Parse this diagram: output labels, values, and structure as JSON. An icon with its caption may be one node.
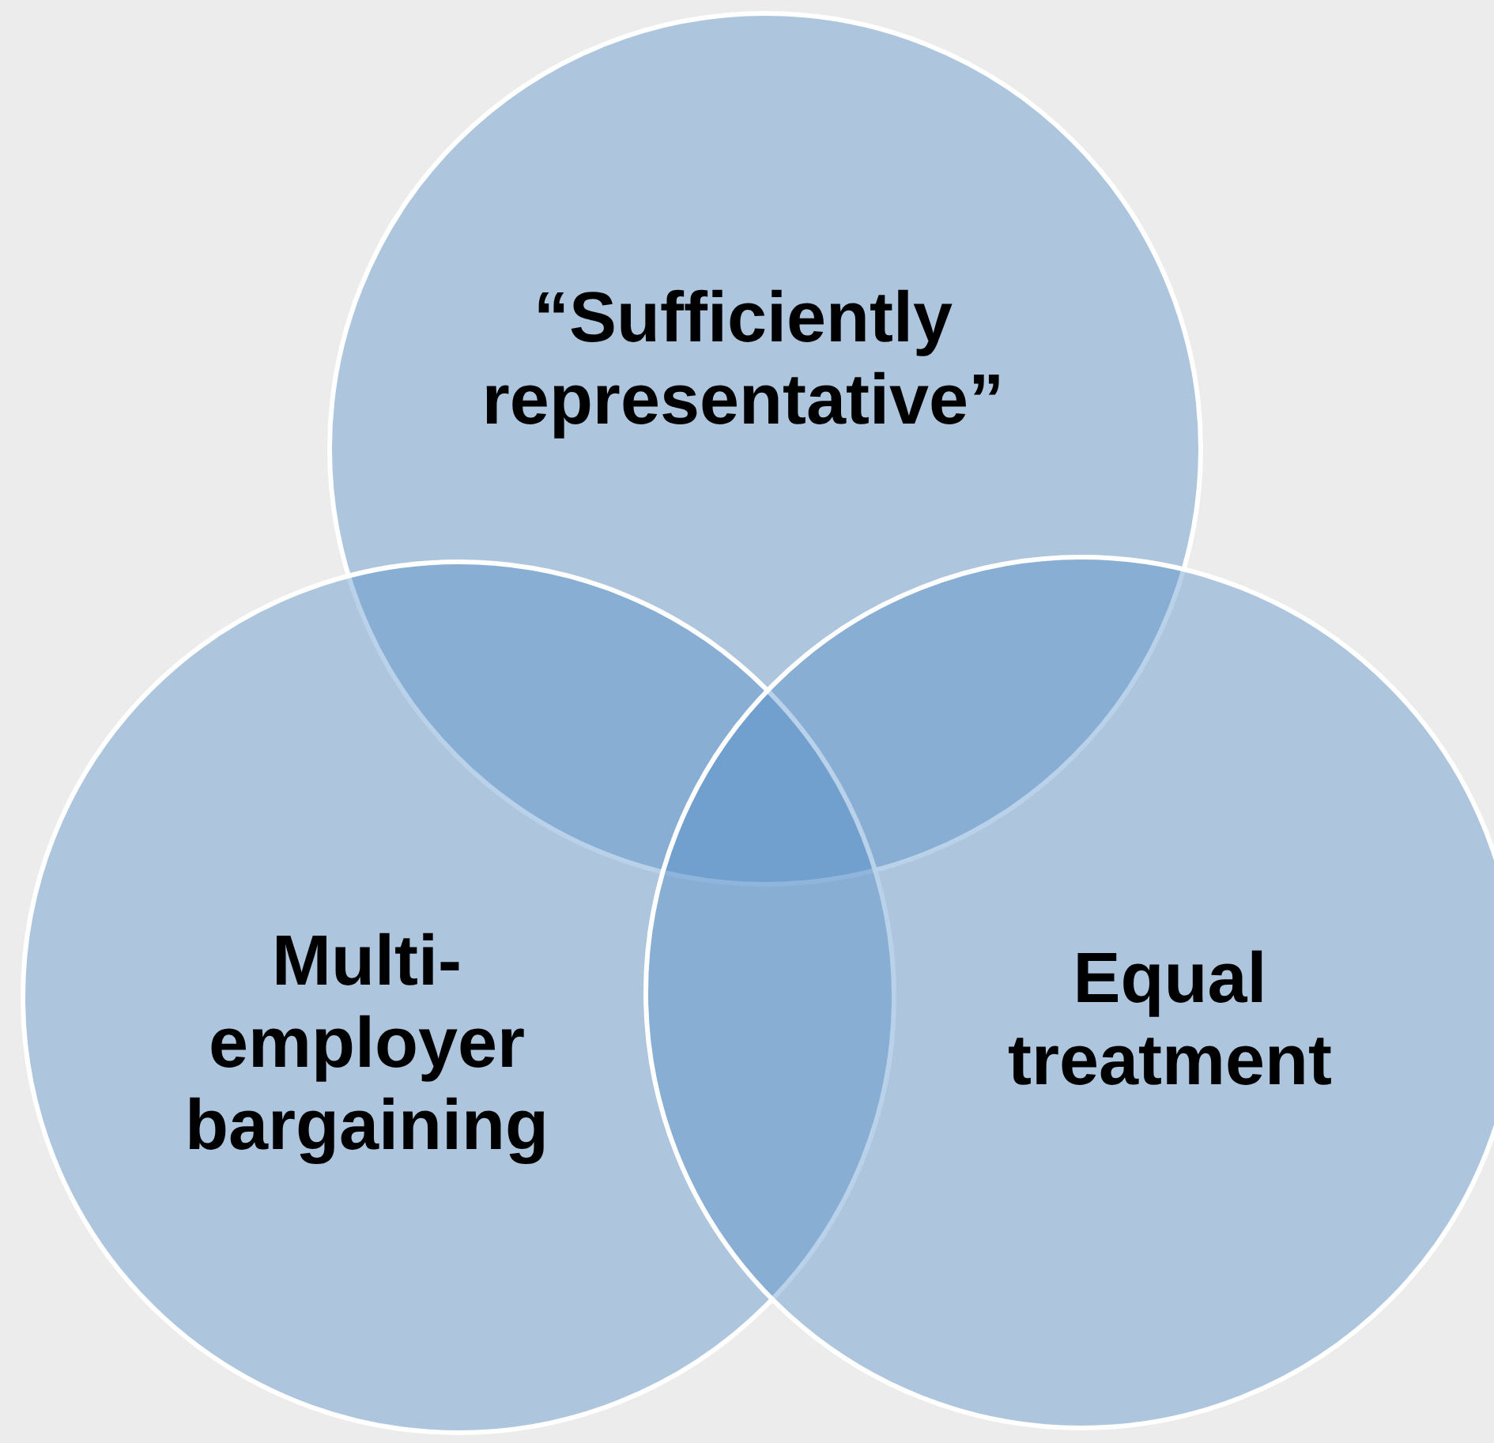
{
  "diagram": {
    "nodes": [
      {
        "text": [
          "“Sufficiently representative”"
        ]
      },
      {
        "text": [
          "Multi-employer bargaining"
        ]
      },
      {
        "text": [
          "Equal treatment"
        ]
      }
    ]
  }
}
